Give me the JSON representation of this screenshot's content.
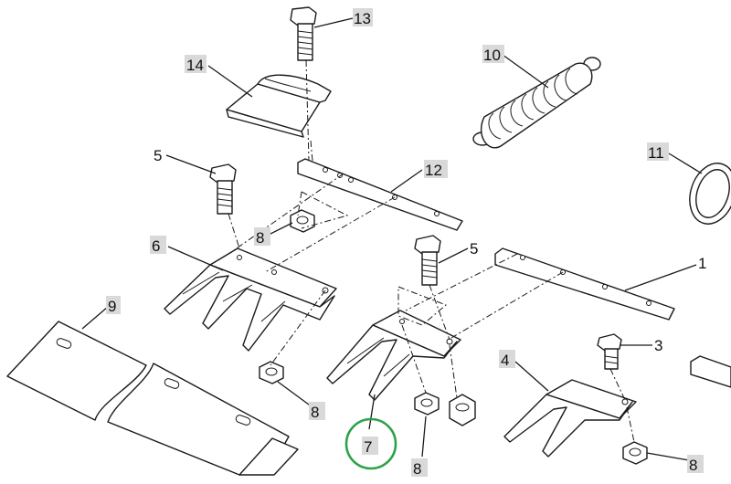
{
  "callouts": [
    {
      "id": "13",
      "label": "13"
    },
    {
      "id": "14",
      "label": "14"
    },
    {
      "id": "10",
      "label": "10"
    },
    {
      "id": "11",
      "label": "11"
    },
    {
      "id": "5a",
      "label": "5"
    },
    {
      "id": "12",
      "label": "12"
    },
    {
      "id": "8a",
      "label": "8"
    },
    {
      "id": "6",
      "label": "6"
    },
    {
      "id": "5b",
      "label": "5"
    },
    {
      "id": "1",
      "label": "1"
    },
    {
      "id": "9",
      "label": "9"
    },
    {
      "id": "3",
      "label": "3"
    },
    {
      "id": "4",
      "label": "4"
    },
    {
      "id": "8b",
      "label": "8"
    },
    {
      "id": "7",
      "label": "7"
    },
    {
      "id": "8c",
      "label": "8"
    },
    {
      "id": "8d",
      "label": "8"
    }
  ],
  "highlight": {
    "part": "7",
    "color": "#2ca24a"
  }
}
